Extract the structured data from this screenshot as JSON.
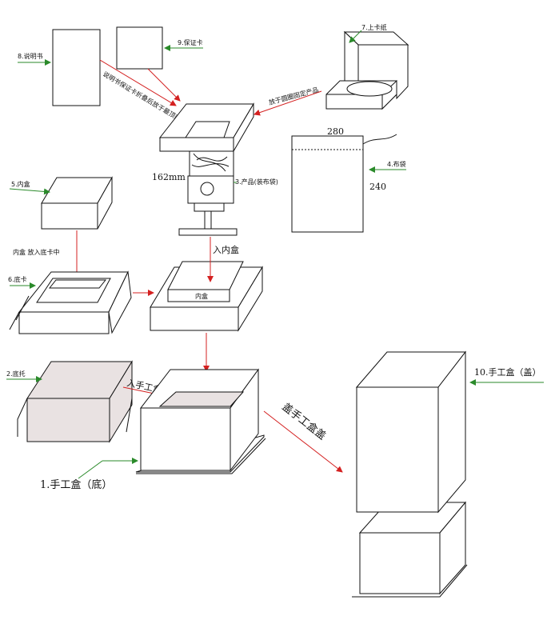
{
  "labels": {
    "manual": "8.说明书",
    "warranty": "9.保证卡",
    "top_card": "7.上卡纸",
    "manual_note": "说明书保证卡折叠后放于最顶部",
    "place_note": "放于圆圈固定产品",
    "bag_width": "280",
    "bag": "4.布袋",
    "bag_height": "240",
    "product_height": "162mm",
    "product": "3.产品(装布袋)",
    "inner_box": "5.内盒",
    "inner_into_card": "内盒 放入底卡中",
    "into_inner": "入内盒",
    "base_card": "6.底卡",
    "inner_box_tag": "内盒",
    "tray": "2.底托",
    "into_box": "入手工盒",
    "cover_box": "盖手工盒盖",
    "handmade_lid": "10.手工盒（盖）",
    "handmade_base": "1.手工盒（底）"
  },
  "colors": {
    "pointer_arrow": "#2a8a2a",
    "flow_arrow": "#d42020",
    "tray_fill": "#e9e2e2"
  }
}
